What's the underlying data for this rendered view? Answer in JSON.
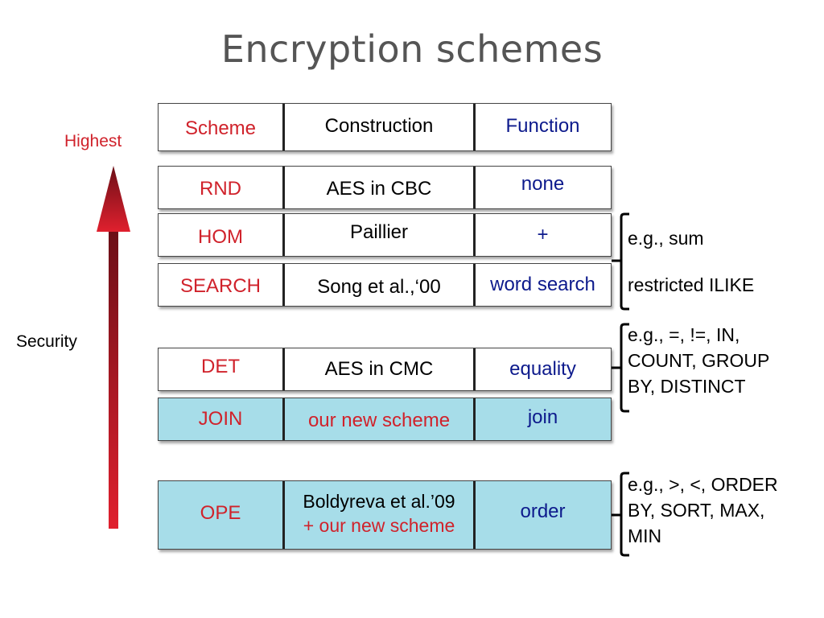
{
  "title": "Encryption schemes",
  "axis": {
    "top_label": "Highest",
    "side_label": "Security"
  },
  "header": {
    "scheme": "Scheme",
    "construction": "Construction",
    "function": "Function"
  },
  "rows": [
    {
      "scheme": "RND",
      "construction": "AES in CBC",
      "function": "none",
      "highlight": false
    },
    {
      "scheme": "HOM",
      "construction": "Paillier",
      "function": "+",
      "highlight": false
    },
    {
      "scheme": "SEARCH",
      "construction": "Song et al.,‘00",
      "function": "word search",
      "highlight": false
    },
    {
      "scheme": "DET",
      "construction": "AES in CMC",
      "function": "equality",
      "highlight": false
    },
    {
      "scheme": "JOIN",
      "construction": "our new scheme",
      "function": "join",
      "highlight": true
    },
    {
      "scheme": "OPE",
      "construction": "Boldyreva et al.’09",
      "construction_extra": "+ our new scheme",
      "function": "order",
      "highlight": true
    }
  ],
  "notes": {
    "hom": "e.g., sum",
    "search": "restricted ILIKE",
    "det_join": [
      "e.g., =, !=, IN,",
      "COUNT, GROUP",
      "BY, DISTINCT"
    ],
    "ope": [
      "e.g., >, <, ORDER",
      "BY, SORT, MAX,",
      "MIN"
    ]
  },
  "colors": {
    "scheme_text": "#d0222b",
    "function_text": "#0d1a8c",
    "highlight_row": "#a7dde9",
    "arrow_top": "#6b0f17",
    "arrow_bottom": "#e0202e"
  }
}
